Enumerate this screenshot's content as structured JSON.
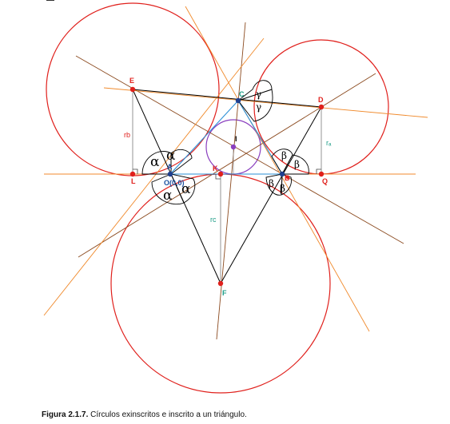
{
  "caption": {
    "number": "Figura 2.1.7.",
    "text": " Círculos exinscritos e inscrito a un triángulo."
  },
  "points": {
    "A": "A",
    "B": "B",
    "C": "C",
    "D": "D",
    "E": "E",
    "F": "F",
    "I": "I",
    "K": "K",
    "L": "L",
    "Q": "Q",
    "O": "O(0,0)"
  },
  "radii": {
    "ra": "rₐ",
    "rb": "rb",
    "rc": "rc"
  },
  "angles": {
    "alpha": "α",
    "beta": "β",
    "gamma": "γ"
  },
  "colors": {
    "excircle": "#e0201c",
    "incircle": "#8a3fbf",
    "triangle": "#2a8fd6",
    "external_lines": "#000000",
    "bisector_brown": "#8b4a1f",
    "bisector_orange": "#f08a2c",
    "point_red": "#e0201c",
    "point_blue": "#1f3f8f",
    "point_purple": "#8a3fbf",
    "label_red": "#e0201c",
    "label_teal": "#1c9c86",
    "label_blue": "#1a4f9f"
  }
}
